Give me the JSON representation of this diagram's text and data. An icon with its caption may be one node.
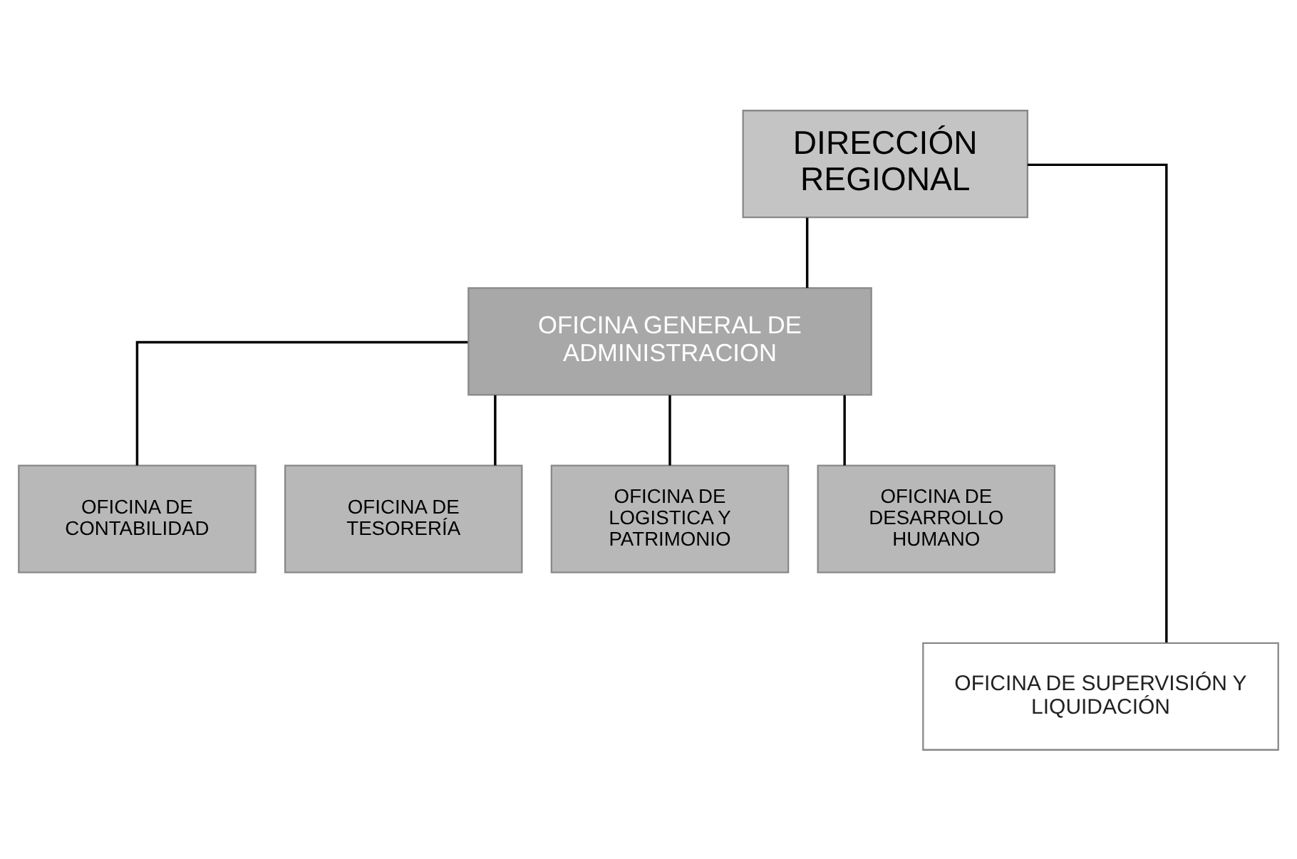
{
  "diagram": {
    "nodes": [
      {
        "text": [
          "DIRECCIÓN REGIONAL"
        ]
      },
      {
        "text": [
          "OFICINA GENERAL DE ADMINISTRACION"
        ]
      },
      {
        "text": [
          "OFICINA DE CONTABILIDAD"
        ]
      },
      {
        "text": [
          "OFICINA DE TESORERÍA"
        ]
      },
      {
        "text": [
          "OFICINA DE LOGISTICA Y PATRIMONIO"
        ]
      },
      {
        "text": [
          "OFICINA DE DESARROLLO HUMANO"
        ]
      },
      {
        "text": [
          "OFICINA DE SUPERVISIÓN Y LIQUIDACIÓN"
        ]
      }
    ],
    "edges": [
      {
        "from": 0,
        "to": 1,
        "arrow": "none"
      },
      {
        "from": 1,
        "to": 2,
        "arrow": "none"
      },
      {
        "from": 1,
        "to": 3,
        "arrow": "none"
      },
      {
        "from": 1,
        "to": 4,
        "arrow": "none"
      },
      {
        "from": 1,
        "to": 5,
        "arrow": "none"
      },
      {
        "from": 0,
        "to": 6,
        "arrow": "none"
      }
    ]
  }
}
